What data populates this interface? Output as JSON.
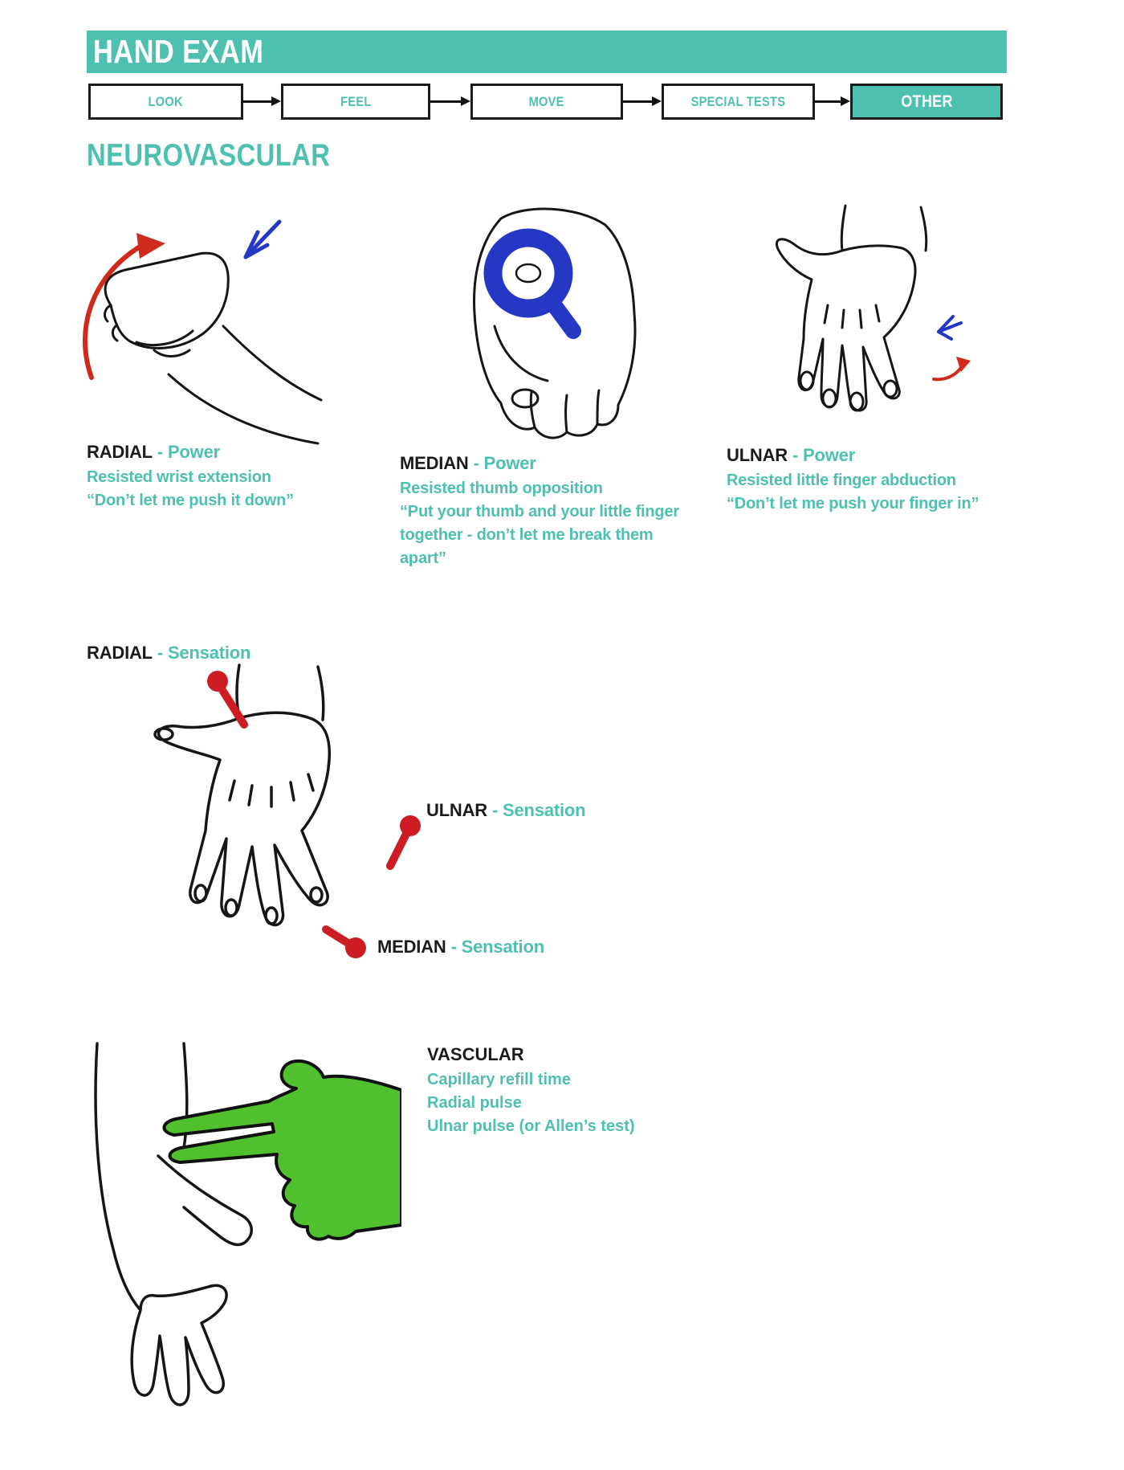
{
  "header": {
    "title": "HAND EXAM"
  },
  "flow": {
    "steps": [
      {
        "label": "LOOK",
        "active": false
      },
      {
        "label": "FEEL",
        "active": false
      },
      {
        "label": "MOVE",
        "active": false
      },
      {
        "label": "SPECIAL TESTS",
        "active": false
      },
      {
        "label": "OTHER",
        "active": true
      }
    ]
  },
  "section": {
    "heading": "NEUROVASCULAR"
  },
  "power_tests": [
    {
      "nerve": "RADIAL",
      "type_label": "- Power",
      "line1": "Resisted wrist extension",
      "quote": "“Don’t let me push it down”"
    },
    {
      "nerve": "MEDIAN",
      "type_label": "- Power",
      "line1": "Resisted thumb opposition",
      "quote": "“Put your thumb and your little finger together - don’t let me break them apart”"
    },
    {
      "nerve": "ULNAR",
      "type_label": "- Power",
      "line1": "Resisted little finger abduction",
      "quote": "“Don’t let me push your finger in”"
    }
  ],
  "sensation_labels": [
    {
      "nerve": "RADIAL",
      "type_label": "- Sensation"
    },
    {
      "nerve": "ULNAR",
      "type_label": "- Sensation"
    },
    {
      "nerve": "MEDIAN",
      "type_label": "- Sensation"
    }
  ],
  "vascular": {
    "heading": "VASCULAR",
    "items": [
      "Capillary refill time",
      "Radial pulse",
      "Ulnar pulse (or Allen’s test)"
    ]
  },
  "colors": {
    "teal": "#4EC0B0",
    "red": "#CF2A1B",
    "pin_red": "#CC1D24",
    "blue": "#2438C4",
    "green": "#50C12C",
    "ink": "#1b1b1b"
  }
}
